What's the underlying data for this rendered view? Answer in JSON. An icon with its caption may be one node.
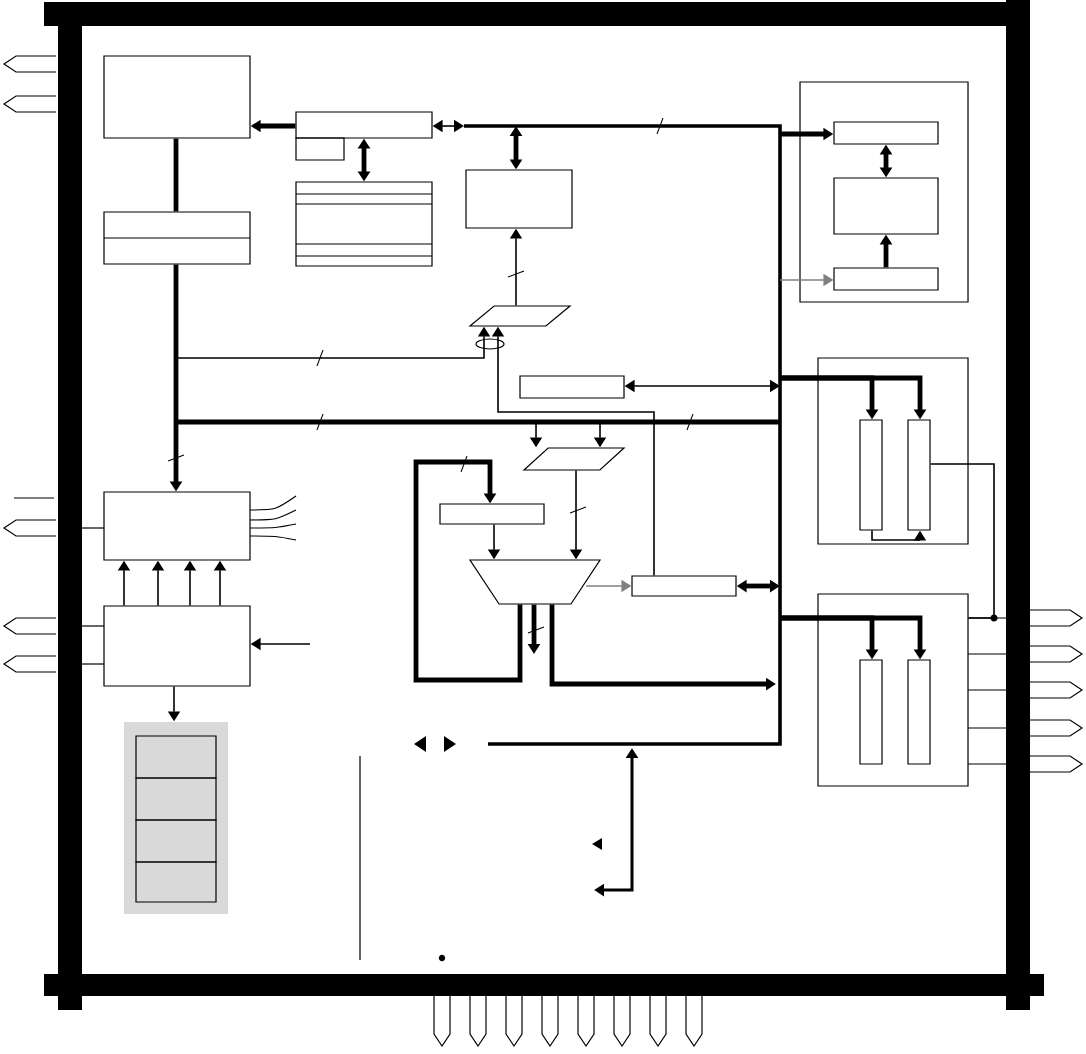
{
  "diagram": {
    "nodes": [
      {
        "text": [],
        "shape": "box"
      },
      {
        "text": [],
        "shape": "box"
      },
      {
        "text": [],
        "shape": "box"
      },
      {
        "text": [],
        "shape": "box"
      },
      {
        "text": [],
        "shape": "box"
      },
      {
        "text": [],
        "shape": "box"
      },
      {
        "text": [],
        "shape": "trapezoid"
      },
      {
        "text": [],
        "shape": "box"
      },
      {
        "text": [],
        "shape": "box"
      },
      {
        "text": [],
        "shape": "box",
        "in": 8
      },
      {
        "text": [],
        "shape": "box",
        "in": 8
      },
      {
        "text": [],
        "shape": "box",
        "in": 8
      },
      {
        "text": [],
        "shape": "box"
      },
      {
        "text": [],
        "shape": "bar",
        "in": 12
      },
      {
        "text": [],
        "shape": "bar",
        "in": 12
      },
      {
        "text": [],
        "shape": "box"
      },
      {
        "text": [],
        "shape": "bar",
        "in": 15
      },
      {
        "text": [],
        "shape": "bar",
        "in": 15
      },
      {
        "text": [],
        "shape": "box"
      },
      {
        "text": [],
        "shape": "box"
      },
      {
        "text": [],
        "shape": "box"
      },
      {
        "text": [],
        "shape": "box",
        "in": 20
      },
      {
        "text": [],
        "shape": "box",
        "in": 20
      },
      {
        "text": [],
        "shape": "box",
        "in": 20
      },
      {
        "text": [],
        "shape": "box",
        "in": 20
      },
      {
        "text": [],
        "shape": "trapezoid"
      },
      {
        "text": [],
        "shape": "box"
      },
      {
        "text": [],
        "shape": "trapezoid"
      },
      {
        "text": [],
        "shape": "box"
      }
    ],
    "edges": [
      {
        "from": 1,
        "to": 0,
        "arrow": "to",
        "style": "thick"
      },
      {
        "from": 1,
        "to": 3,
        "arrow": "both",
        "style": "thick"
      },
      {
        "from": 0,
        "to": 4,
        "arrow": "none",
        "style": "thick"
      },
      {
        "from": 4,
        "to": 18,
        "arrow": "to",
        "style": "thick"
      },
      {
        "from": null,
        "to": 1,
        "arrow": "both"
      },
      {
        "from": null,
        "to": 5,
        "arrow": "both",
        "style": "thick"
      },
      {
        "from": 6,
        "to": 5,
        "arrow": "to"
      },
      {
        "from": null,
        "to": 6,
        "arrow": "to"
      },
      {
        "from": null,
        "to": 9,
        "arrow": "to",
        "style": "thick"
      },
      {
        "from": null,
        "to": 11,
        "arrow": "to",
        "color": "#808080"
      },
      {
        "from": 9,
        "to": 10,
        "arrow": "both",
        "style": "thick"
      },
      {
        "from": 11,
        "to": 10,
        "arrow": "to",
        "style": "thick"
      },
      {
        "from": null,
        "to": 13,
        "arrow": "to",
        "style": "thick"
      },
      {
        "from": null,
        "to": 14,
        "arrow": "to",
        "style": "thick"
      },
      {
        "from": 13,
        "to": 14,
        "arrow": "to"
      },
      {
        "from": null,
        "to": 16,
        "arrow": "to",
        "style": "thick"
      },
      {
        "from": null,
        "to": 17,
        "arrow": "to",
        "style": "thick"
      },
      {
        "from": 7,
        "to": null,
        "arrow": "both"
      },
      {
        "from": 28,
        "to": null,
        "arrow": "both",
        "style": "thick"
      },
      {
        "from": 27,
        "to": 28,
        "arrow": "to",
        "color": "#808080"
      },
      {
        "from": 26,
        "to": 27,
        "arrow": "to"
      },
      {
        "from": 25,
        "to": 27,
        "arrow": "to"
      },
      {
        "from": null,
        "to": 25,
        "arrow": "to"
      },
      {
        "from": null,
        "to": 25,
        "arrow": "to"
      },
      {
        "from": 27,
        "to": 26,
        "arrow": "to",
        "style": "thick"
      },
      {
        "from": 28,
        "to": 6,
        "arrow": "to"
      },
      {
        "from": 27,
        "to": null,
        "arrow": "to",
        "style": "thick"
      },
      {
        "from": 27,
        "to": null,
        "arrow": "to",
        "style": "thick"
      },
      {
        "from": 19,
        "to": 18,
        "arrow": "to"
      },
      {
        "from": 19,
        "to": 18,
        "arrow": "to"
      },
      {
        "from": 19,
        "to": 18,
        "arrow": "to"
      },
      {
        "from": 19,
        "to": 18,
        "arrow": "to"
      },
      {
        "from": null,
        "to": 19,
        "arrow": "to"
      },
      {
        "from": 19,
        "to": 20,
        "arrow": "to"
      },
      {
        "from": 14,
        "to": 15,
        "arrow": "none"
      }
    ]
  }
}
